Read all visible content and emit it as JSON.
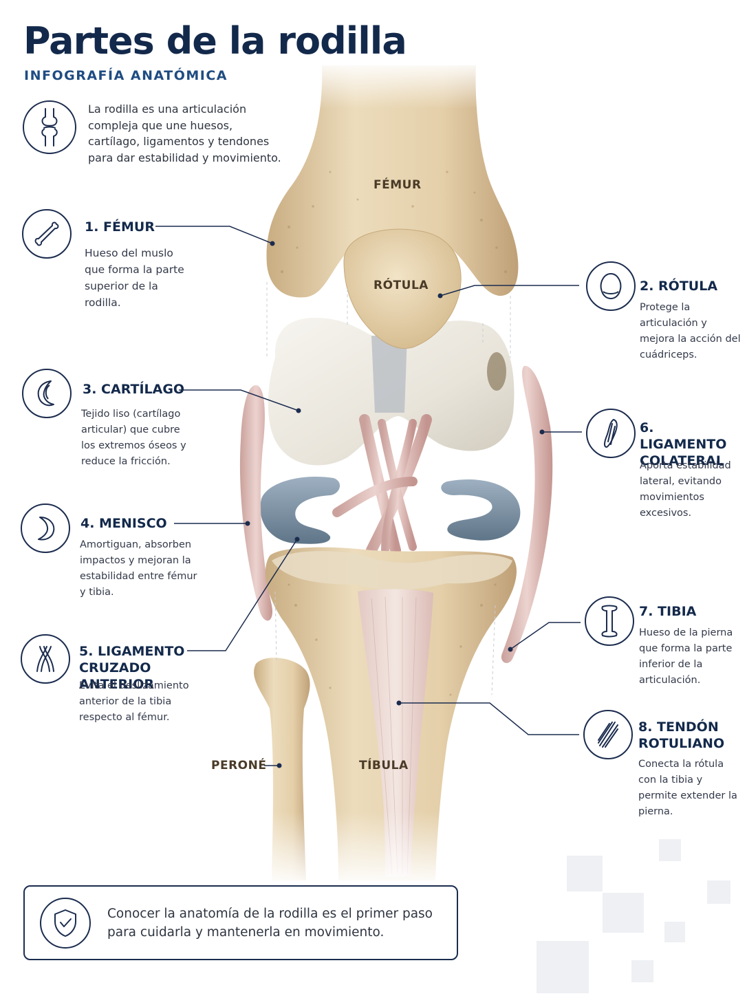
{
  "header": {
    "title": "Partes de la rodilla",
    "subtitle": "INFOGRAFÍA ANATÓMICA"
  },
  "intro": {
    "icon": "knee-joint-icon",
    "text": "La rodilla es una articulación compleja que une huesos, cartílago, ligamentos y tendones para dar estabilidad y movimiento."
  },
  "parts": [
    {
      "title": "1. FÉMUR",
      "description": "Hueso del muslo que forma la parte superior de la rodilla.",
      "icon": "femur-bone-icon"
    },
    {
      "title": "2. RÓTULA",
      "description": "Protege la articulación y mejora la acción del cuádriceps.",
      "icon": "kneecap-icon"
    },
    {
      "title": "3. CARTÍLAGO",
      "description": "Tejido liso (cartílago articular) que cubre los extremos óseos y reduce la fricción.",
      "icon": "cartilage-crescent-icon"
    },
    {
      "title": "4. MENISCO",
      "description": "Amortiguan, absorben impactos y mejoran la estabilidad entre fémur y tibia.",
      "icon": "meniscus-icon"
    },
    {
      "title": "5. LIGAMENTO CRUZADO ANTERIOR",
      "description": "Evita el deslizamiento anterior de la tibia respecto al fémur.",
      "icon": "cruciate-ligament-icon"
    },
    {
      "title": "6. LIGAMENTO COLATERAL",
      "description": "Aporta estabilidad lateral, evitando movimientos excesivos.",
      "icon": "collateral-ligament-icon"
    },
    {
      "title": "7. TIBIA",
      "description": "Hueso de la pierna que forma la parte inferior de la articulación.",
      "icon": "tibia-bone-icon"
    },
    {
      "title": "8. TENDÓN ROTULIANO",
      "description": "Conecta la rótula con la tibia y permite extender la pierna.",
      "icon": "patellar-tendon-icon"
    }
  ],
  "diagram_labels": {
    "femur": "FÉMUR",
    "rotula": "RÓTULA",
    "perone": "PERONÉ",
    "tibula": "TÍBULA"
  },
  "footer": {
    "icon": "shield-check-icon",
    "text": "Conocer la anatomía de la rodilla es el primer paso para cuidarla y mantenerla en movimiento."
  },
  "colors": {
    "navy": "#13294b",
    "accent_blue": "#1f4c82",
    "bone": "#e2cda5",
    "cartilage": "#eeebe4",
    "meniscus": "#7f93a6",
    "ligament": "#d9b8b4"
  }
}
